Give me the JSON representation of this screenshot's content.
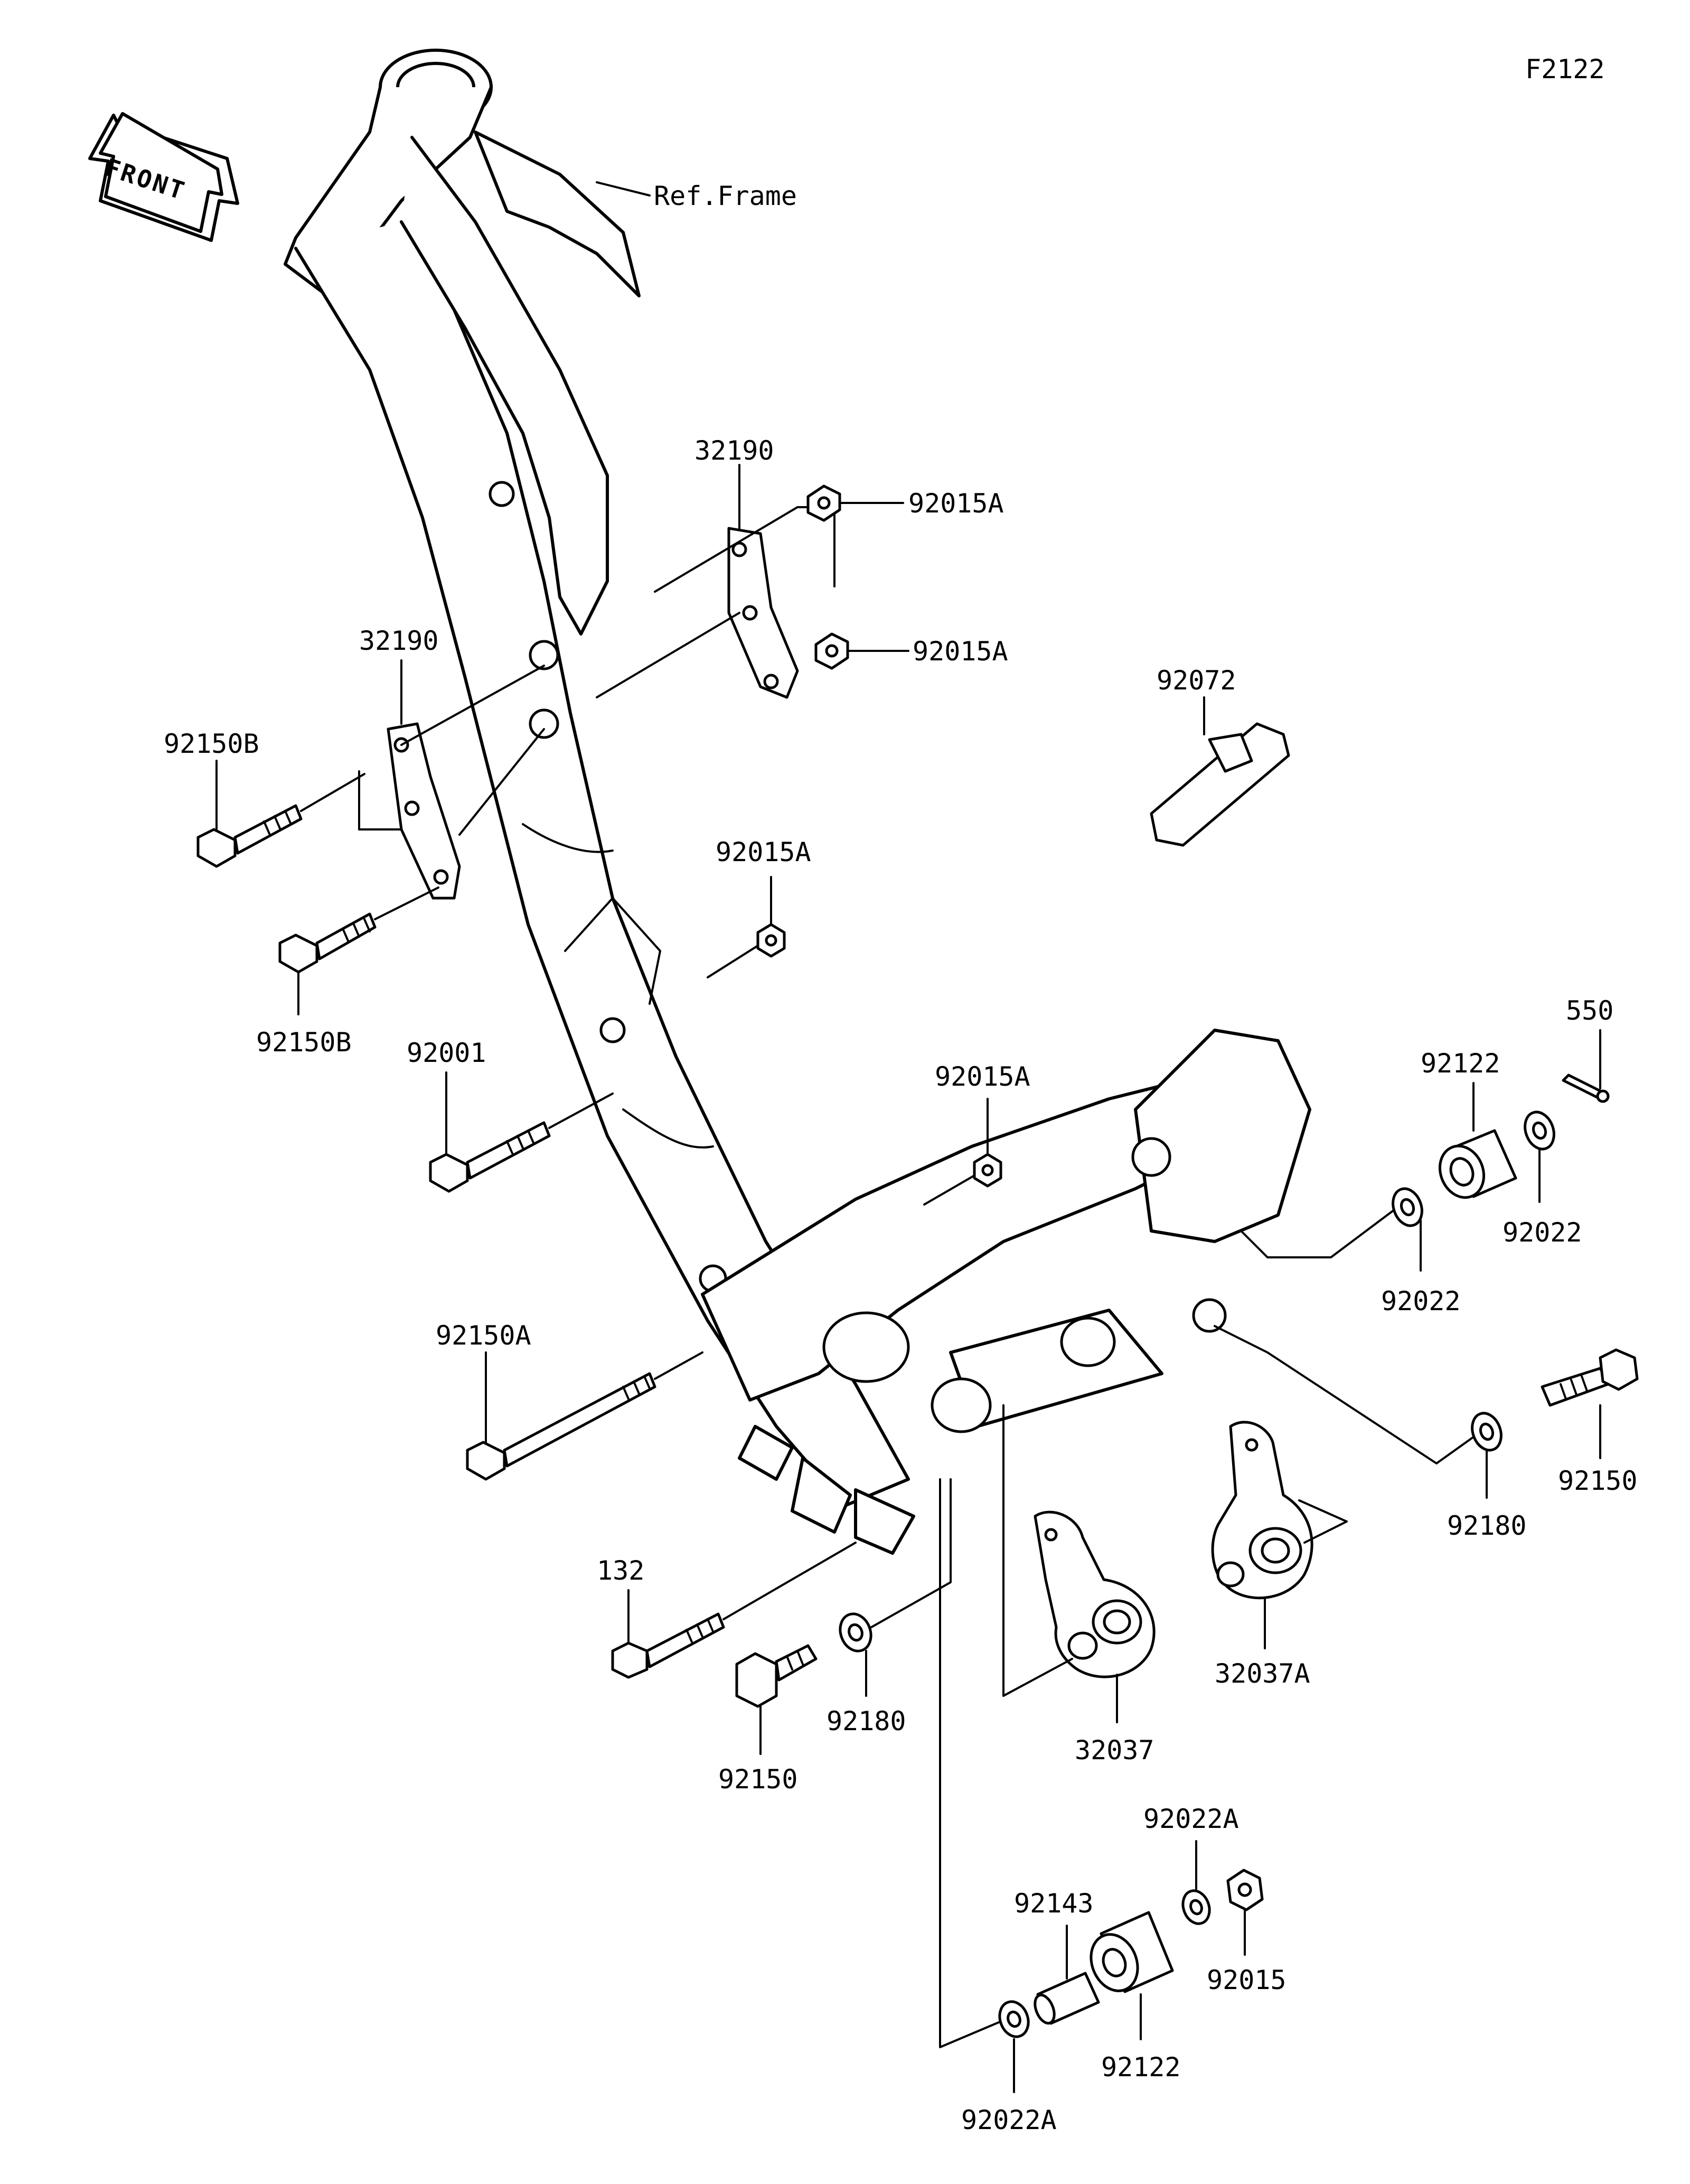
{
  "diagram_id": "F2122",
  "front_label": "FRONT",
  "ref_label": "Ref.Frame",
  "parts": {
    "p32190_upper": "32190",
    "p32190_lower": "32190",
    "p92015A_1": "92015A",
    "p92015A_2": "92015A",
    "p92015A_3": "92015A",
    "p92015A_4": "92015A",
    "p92150B_1": "92150B",
    "p92150B_2": "92150B",
    "p92001": "92001",
    "p92150A": "92150A",
    "p92072": "92072",
    "p550": "550",
    "p92122_top": "92122",
    "p92022_a": "92022",
    "p92022_b": "92022",
    "p92150_right": "92150",
    "p92180_right": "92180",
    "p32037A": "32037A",
    "p32037": "32037",
    "p132": "132",
    "p92150_bottom": "92150",
    "p92180_bottom": "92180",
    "p92022A_top": "92022A",
    "p92143": "92143",
    "p92015": "92015",
    "p92122_bottom": "92122",
    "p92022A_bottom": "92022A"
  }
}
